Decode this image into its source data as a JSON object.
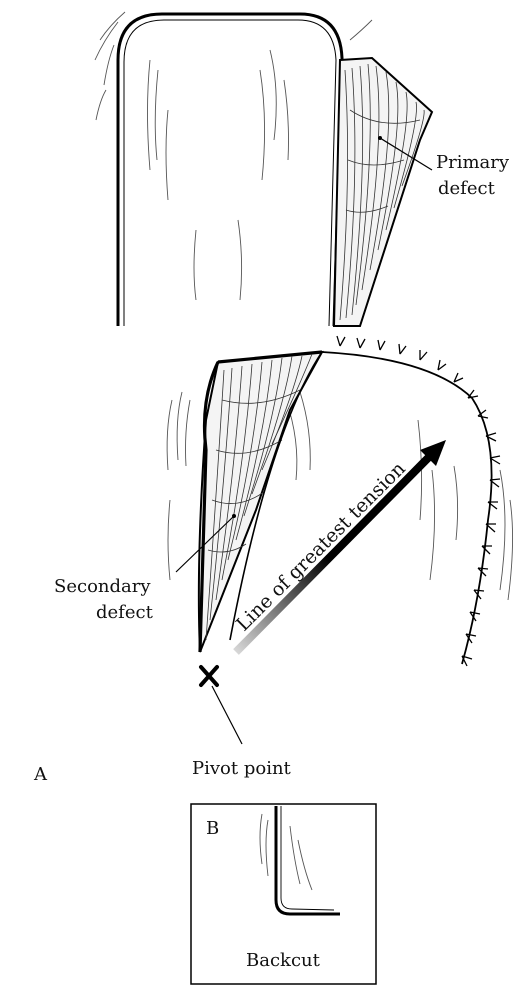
{
  "panel_a": {
    "letter": "A",
    "labels": {
      "primary_defect_line1": "Primary",
      "primary_defect_line2": "defect",
      "secondary_defect_line1": "Secondary",
      "secondary_defect_line2": "defect",
      "line_of_tension": "Line of greatest tension",
      "pivot_point": "Pivot point"
    }
  },
  "panel_b": {
    "letter": "B",
    "label": "Backcut"
  }
}
